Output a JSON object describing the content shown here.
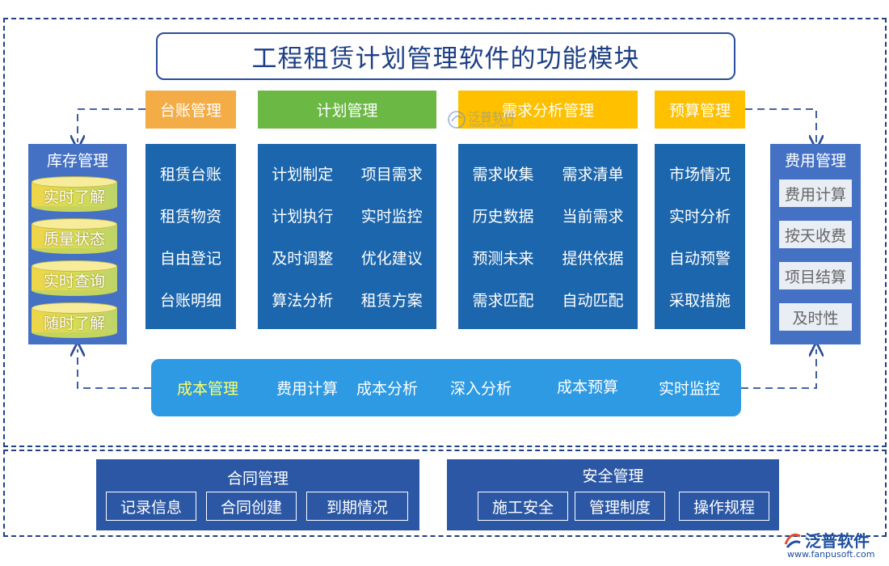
{
  "title": "工程租赁计划管理软件的功能模块",
  "modules": [
    {
      "header": "台账管理",
      "items": [
        "租赁台账",
        "租赁物资",
        "自由登记",
        "台账明细"
      ],
      "header_color": "#f4ac47"
    },
    {
      "header": "计划管理",
      "items": [
        "计划制定",
        "项目需求",
        "计划执行",
        "实时监控",
        "及时调整",
        "优化建议",
        "算法分析",
        "租赁方案"
      ],
      "header_color": "#6cb844"
    },
    {
      "header": "需求分析管理",
      "items": [
        "需求收集",
        "需求清单",
        "历史数据",
        "当前需求",
        "预测未来",
        "提供依据",
        "需求匹配",
        "自动匹配"
      ],
      "header_color": "#ffc000"
    },
    {
      "header": "预算管理",
      "items": [
        "市场情况",
        "实时分析",
        "自动预警",
        "采取措施"
      ],
      "header_color": "#ffc000"
    }
  ],
  "inventory": {
    "title": "库存管理",
    "items": [
      "实时了解",
      "质量状态",
      "实时查询",
      "随时了解"
    ]
  },
  "fees": {
    "title": "费用管理",
    "items": [
      "费用计算",
      "按天收费",
      "项目结算",
      "及时性"
    ]
  },
  "cost": {
    "title": "成本管理",
    "items": [
      "费用计算",
      "成本分析",
      "深入分析",
      "成本预算",
      "实时监控"
    ],
    "title_color": "#ffff66"
  },
  "contract": {
    "title": "合同管理",
    "items": [
      "记录信息",
      "合同创建",
      "到期情况"
    ]
  },
  "safety": {
    "title": "安全管理",
    "items": [
      "施工安全",
      "管理制度",
      "操作规程"
    ]
  },
  "logo": {
    "name": "泛普软件",
    "url": "www.fanpusoft.com"
  },
  "watermark": {
    "name": "泛普软件",
    "sub": "FANPU SOFTWARE"
  },
  "colors": {
    "panel": "#1c66ad",
    "side": "#4471c4",
    "cost_bar": "#2e9ae3",
    "bottom_panel": "#2b57a5",
    "frame": "#1f3f8a"
  }
}
